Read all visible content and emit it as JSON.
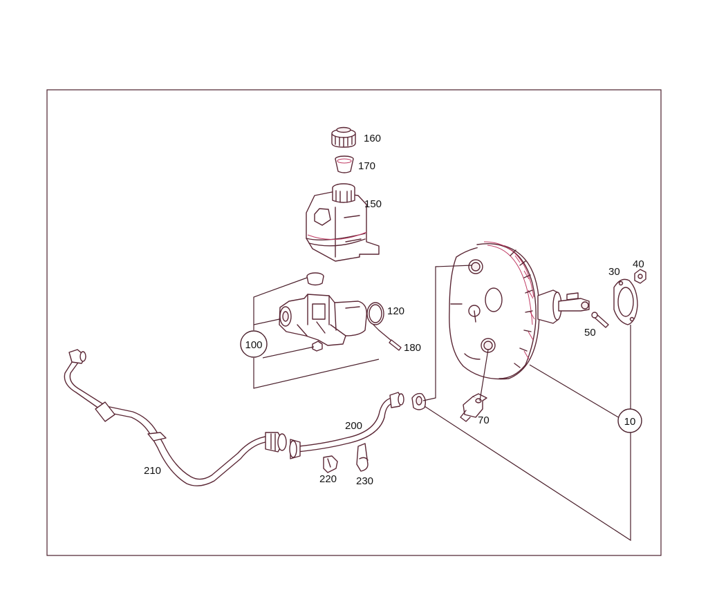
{
  "diagram": {
    "callouts": {
      "p10": "10",
      "p30": "30",
      "p40": "40",
      "p50": "50",
      "p70": "70",
      "p100": "100",
      "p120": "120",
      "p150": "150",
      "p160": "160",
      "p170": "170",
      "p180": "180",
      "p200": "200",
      "p210": "210",
      "p220": "220",
      "p230": "230"
    },
    "colors": {
      "line": "#5a2634",
      "accent": "#c03a63",
      "background": "#ffffff"
    }
  }
}
